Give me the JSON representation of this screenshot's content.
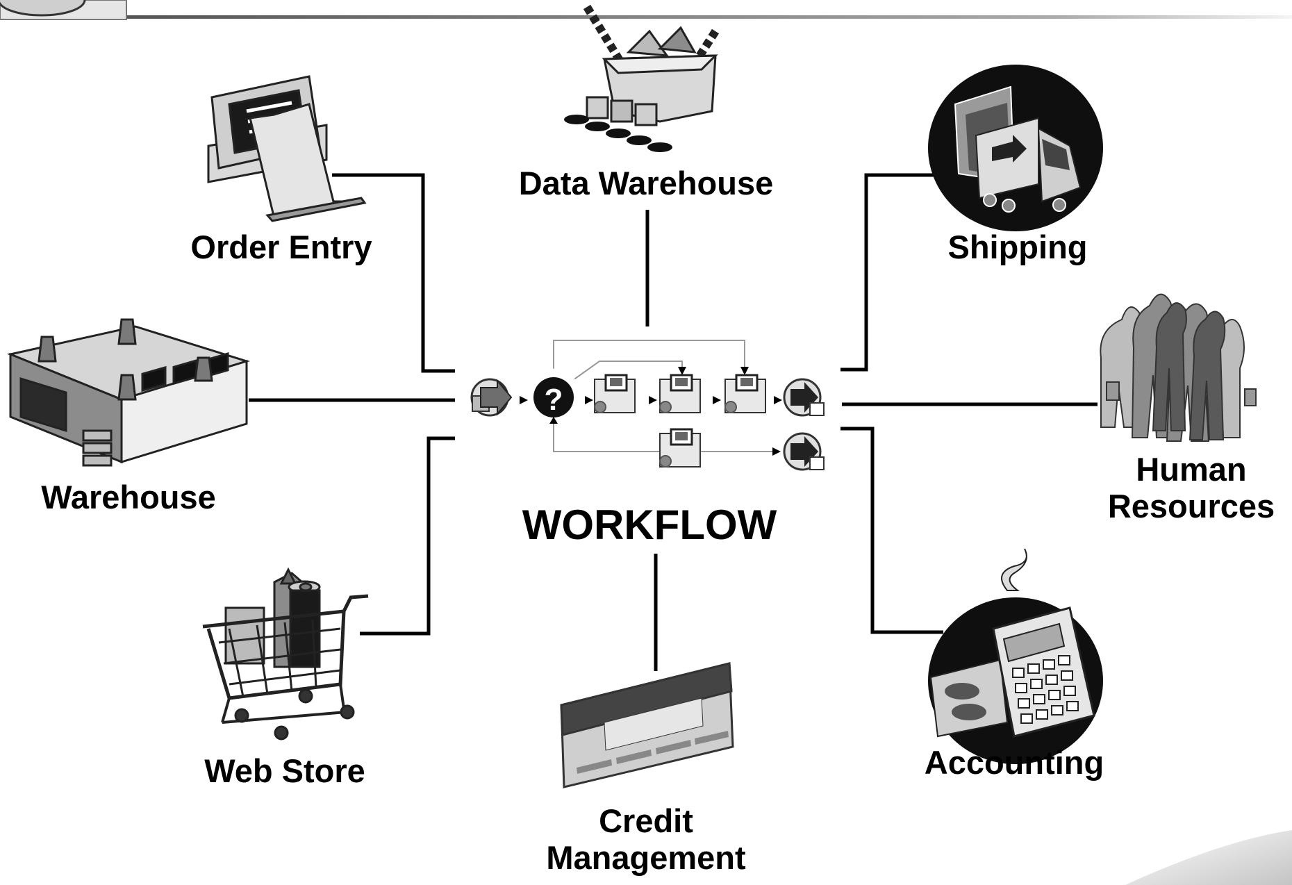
{
  "diagram": {
    "center": {
      "title": "WORKFLOW"
    },
    "nodes": {
      "order_entry": {
        "label": "Order Entry"
      },
      "data_warehouse": {
        "label": "Data Warehouse"
      },
      "shipping": {
        "label": "Shipping"
      },
      "warehouse": {
        "label": "Warehouse"
      },
      "human_resources": {
        "label_line1": "Human",
        "label_line2": "Resources"
      },
      "web_store": {
        "label": "Web Store"
      },
      "credit_management": {
        "label_line1": "Credit",
        "label_line2": "Management"
      },
      "accounting": {
        "label": "Accounting"
      }
    },
    "icons": {
      "order_entry": "computer-terminal-icon",
      "data_warehouse": "conveyor-hopper-icon",
      "shipping": "delivery-truck-icon",
      "warehouse": "factory-building-icon",
      "human_resources": "people-group-icon",
      "web_store": "shopping-cart-icon",
      "credit_management": "credit-card-icon",
      "accounting": "calculator-money-icon"
    },
    "colors": {
      "ink": "#000000",
      "dark": "#2b2b2b",
      "mid": "#8c8c8c",
      "light": "#d9d9d9"
    }
  }
}
